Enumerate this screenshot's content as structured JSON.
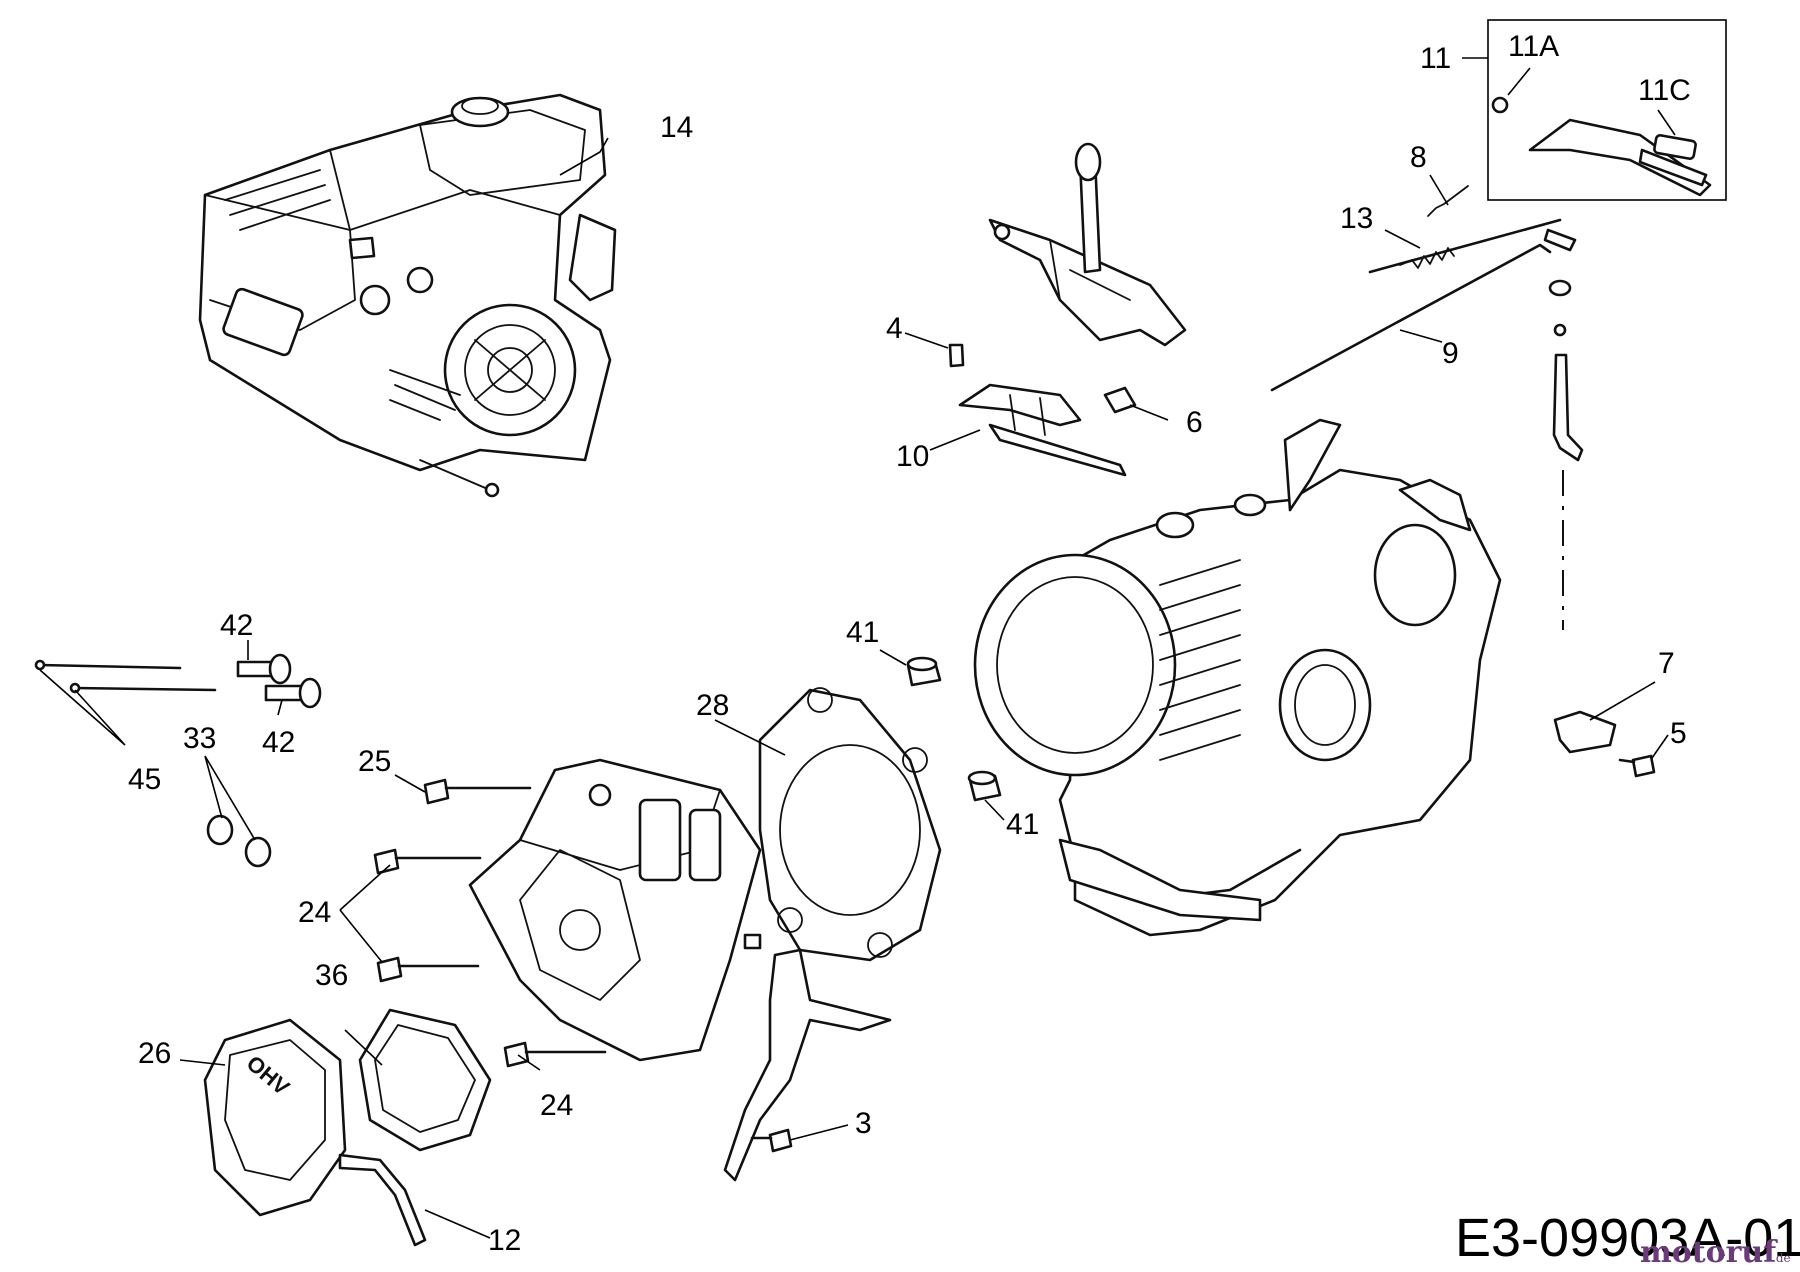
{
  "diagram": {
    "drawing_code": "E3-09903A-01",
    "watermark": {
      "brand": "motoruf",
      "suffix": ".de"
    },
    "stamped_text": "OHV",
    "callouts": [
      {
        "id": "c14",
        "label": "14"
      },
      {
        "id": "c11",
        "label": "11"
      },
      {
        "id": "c11a",
        "label": "11A"
      },
      {
        "id": "c11c",
        "label": "11C"
      },
      {
        "id": "c8",
        "label": "8"
      },
      {
        "id": "c13",
        "label": "13"
      },
      {
        "id": "c4",
        "label": "4"
      },
      {
        "id": "c6",
        "label": "6"
      },
      {
        "id": "c9",
        "label": "9"
      },
      {
        "id": "c10",
        "label": "10"
      },
      {
        "id": "c42a",
        "label": "42"
      },
      {
        "id": "c42b",
        "label": "42"
      },
      {
        "id": "c41a",
        "label": "41"
      },
      {
        "id": "c41b",
        "label": "41"
      },
      {
        "id": "c45",
        "label": "45"
      },
      {
        "id": "c33",
        "label": "33"
      },
      {
        "id": "c28",
        "label": "28"
      },
      {
        "id": "c25",
        "label": "25"
      },
      {
        "id": "c24a",
        "label": "24"
      },
      {
        "id": "c24b",
        "label": "24"
      },
      {
        "id": "c36",
        "label": "36"
      },
      {
        "id": "c26",
        "label": "26"
      },
      {
        "id": "c3",
        "label": "3"
      },
      {
        "id": "c12",
        "label": "12"
      },
      {
        "id": "c7",
        "label": "7"
      },
      {
        "id": "c5",
        "label": "5"
      }
    ]
  }
}
